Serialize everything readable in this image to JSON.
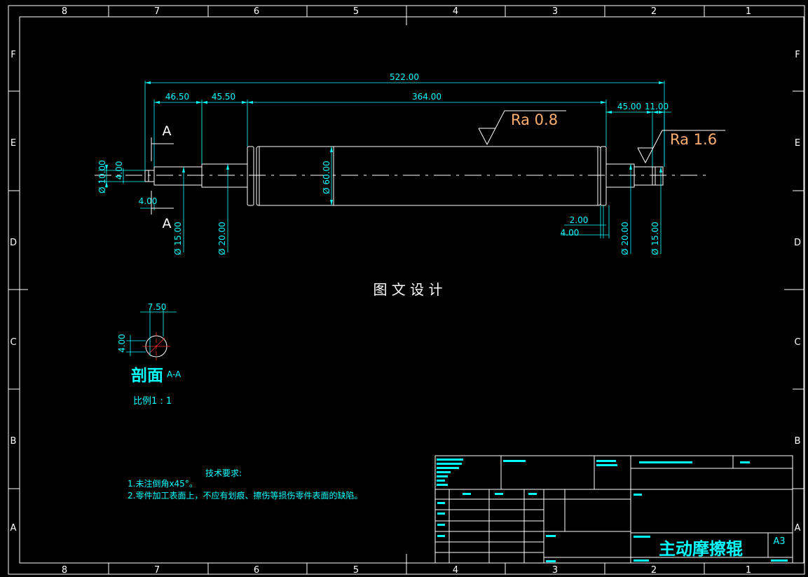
{
  "colors": {
    "background": "#000000",
    "border": "#ffffff",
    "dimension": "#00ffff",
    "part": "#ffffff",
    "roughness": "#ffb070",
    "centerline": "#ffffff",
    "hatch": "#ff3030",
    "title": "#00ffff"
  },
  "border": {
    "top_zones": [
      "8",
      "7",
      "6",
      "5",
      "4",
      "3",
      "2",
      "1"
    ],
    "bottom_zones": [
      "8",
      "7",
      "6",
      "5",
      "4",
      "3",
      "2",
      "1"
    ],
    "side_zones": [
      "F",
      "E",
      "D",
      "C",
      "B",
      "A"
    ]
  },
  "main_view": {
    "dims": {
      "overall": "522.00",
      "left_seg1": "46.50",
      "left_seg2": "45.50",
      "body": "364.00",
      "right_seg1": "45.00",
      "right_seg2": "11.00",
      "right_groove": "2.00",
      "right_shoulder": "4.00",
      "left_groove": "4.00",
      "dia_10": "Ø 10.00",
      "dia_4": "4.00",
      "dia_15_left": "Ø 15.00",
      "dia_20_left": "Ø 20.00",
      "dia_60": "Ø 60.00",
      "dia_20_right": "Ø 20.00",
      "dia_15_right": "Ø 15.00"
    },
    "section_marks": [
      "A",
      "A"
    ],
    "roughness": [
      "Ra 0.8",
      "Ra 1.6"
    ]
  },
  "watermark": "图 文 设 计",
  "section_view": {
    "dim_width": "7.50",
    "dim_height": "4.00",
    "title": "剖面",
    "title_suffix": "A-A",
    "scale": "比例1 : 1"
  },
  "tech_req": {
    "title": "技术要求:",
    "items": [
      "1.未注倒角x45°。",
      "2.零件加工表面上，不应有划痕、擦伤等损伤零件表面的缺陷。"
    ]
  },
  "title_block": {
    "part_name": "主动摩擦辊",
    "sheet_size": "A3"
  }
}
